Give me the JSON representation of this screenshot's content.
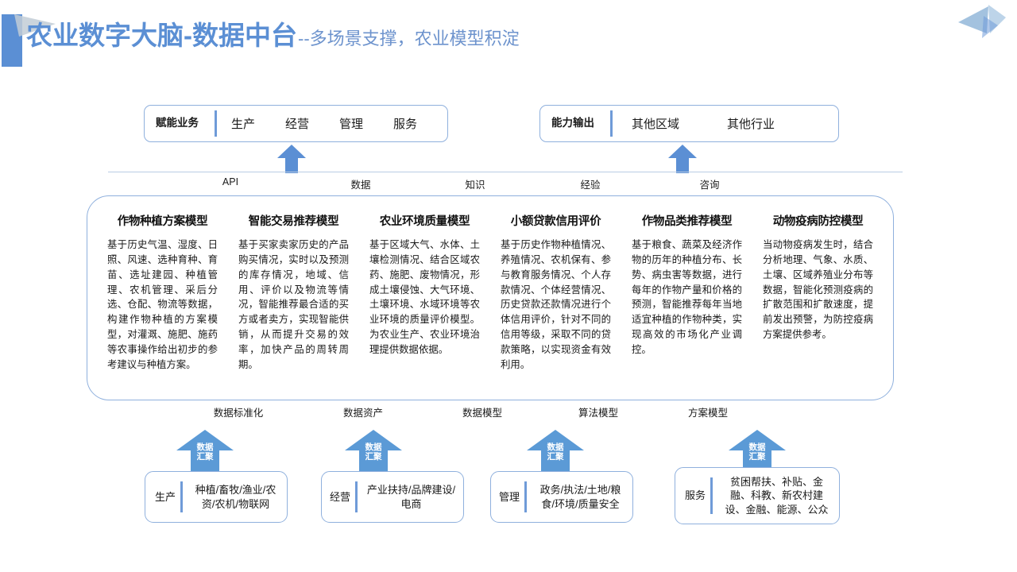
{
  "theme": {
    "accent": "#5b8fd4",
    "border": "#8fb0dd",
    "divider": "#6f9bd8",
    "rule": "#b9cce4",
    "text": "#1a1a1a"
  },
  "title": {
    "main": "农业数字大脑-数据中台",
    "sub": "--多场景支撑，农业模型积淀"
  },
  "capability_boxes": [
    {
      "label": "赋能业务",
      "items": [
        "生产",
        "经营",
        "管理",
        "服务"
      ]
    },
    {
      "label": "能力输出",
      "items": [
        "其他区域",
        "其他行业"
      ]
    }
  ],
  "channels": [
    "API",
    "数据",
    "知识",
    "经验",
    "咨询"
  ],
  "models": [
    {
      "title": "作物种植方案模型",
      "desc": "基于历史气温、湿度、日照、风速、选种育种、育苗、选址建园、种植管理、农机管理、采后分选、仓配、物流等数据，构建作物种植的方案模型，对灌溉、施肥、施药等农事操作给出初步的参考建议与种植方案。"
    },
    {
      "title": "智能交易推荐模型",
      "desc": "基于买家卖家历史的产品购买情况，实时以及预测的库存情况，地域、信用、评价以及物流等情况，智能推荐最合适的买方或者卖方，实现智能供销，从而提升交易的效率，加快产品的周转周期。"
    },
    {
      "title": "农业环境质量模型",
      "desc": "基于区域大气、水体、土壤检测情况、结合区域农药、施肥、废物情况，形成土壤侵蚀、大气环境、土壤环境、水域环境等农业环境的质量评价模型。为农业生产、农业环境治理提供数据依据。"
    },
    {
      "title": "小额贷款信用评价",
      "desc": "基于历史作物种植情况、养殖情况、农机保有、参与教育服务情况、个人存款情况、个体经营情况、历史贷款还款情况进行个体信用评价，针对不同的信用等级，采取不同的贷款策略，以实现资金有效利用。"
    },
    {
      "title": "作物品类推荐模型",
      "desc": "基于粮食、蔬菜及经济作物的历年的种植分布、长势、病虫害等数据，进行每年的作物产量和价格的预测，智能推荐每年当地适宜种植的作物种类，实现高效的市场化产业调控。"
    },
    {
      "title": "动物疫病防控模型",
      "desc": "当动物疫病发生时，结合分析地理、气象、水质、土壤、区域养殖业分布等数据，智能化预测疫病的扩散范围和扩散速度，提前发出预警，为防控疫病方案提供参考。"
    }
  ],
  "layers": [
    "数据标准化",
    "数据资产",
    "数据模型",
    "算法模型",
    "方案模型"
  ],
  "arrow_label": "数据\n汇聚",
  "arrow_label_line1": "数据",
  "arrow_label_line2": "汇聚",
  "sources": [
    {
      "category": "生产",
      "text": "种植/畜牧/渔业/农资/农机/物联网"
    },
    {
      "category": "经营",
      "text": "产业扶持/品牌建设/电商"
    },
    {
      "category": "管理",
      "text": "政务/执法/土地/粮食/环境/质量安全"
    },
    {
      "category": "服务",
      "text": "贫困帮扶、补贴、金融、科教、新农村建设、金融、能源、公众"
    }
  ]
}
